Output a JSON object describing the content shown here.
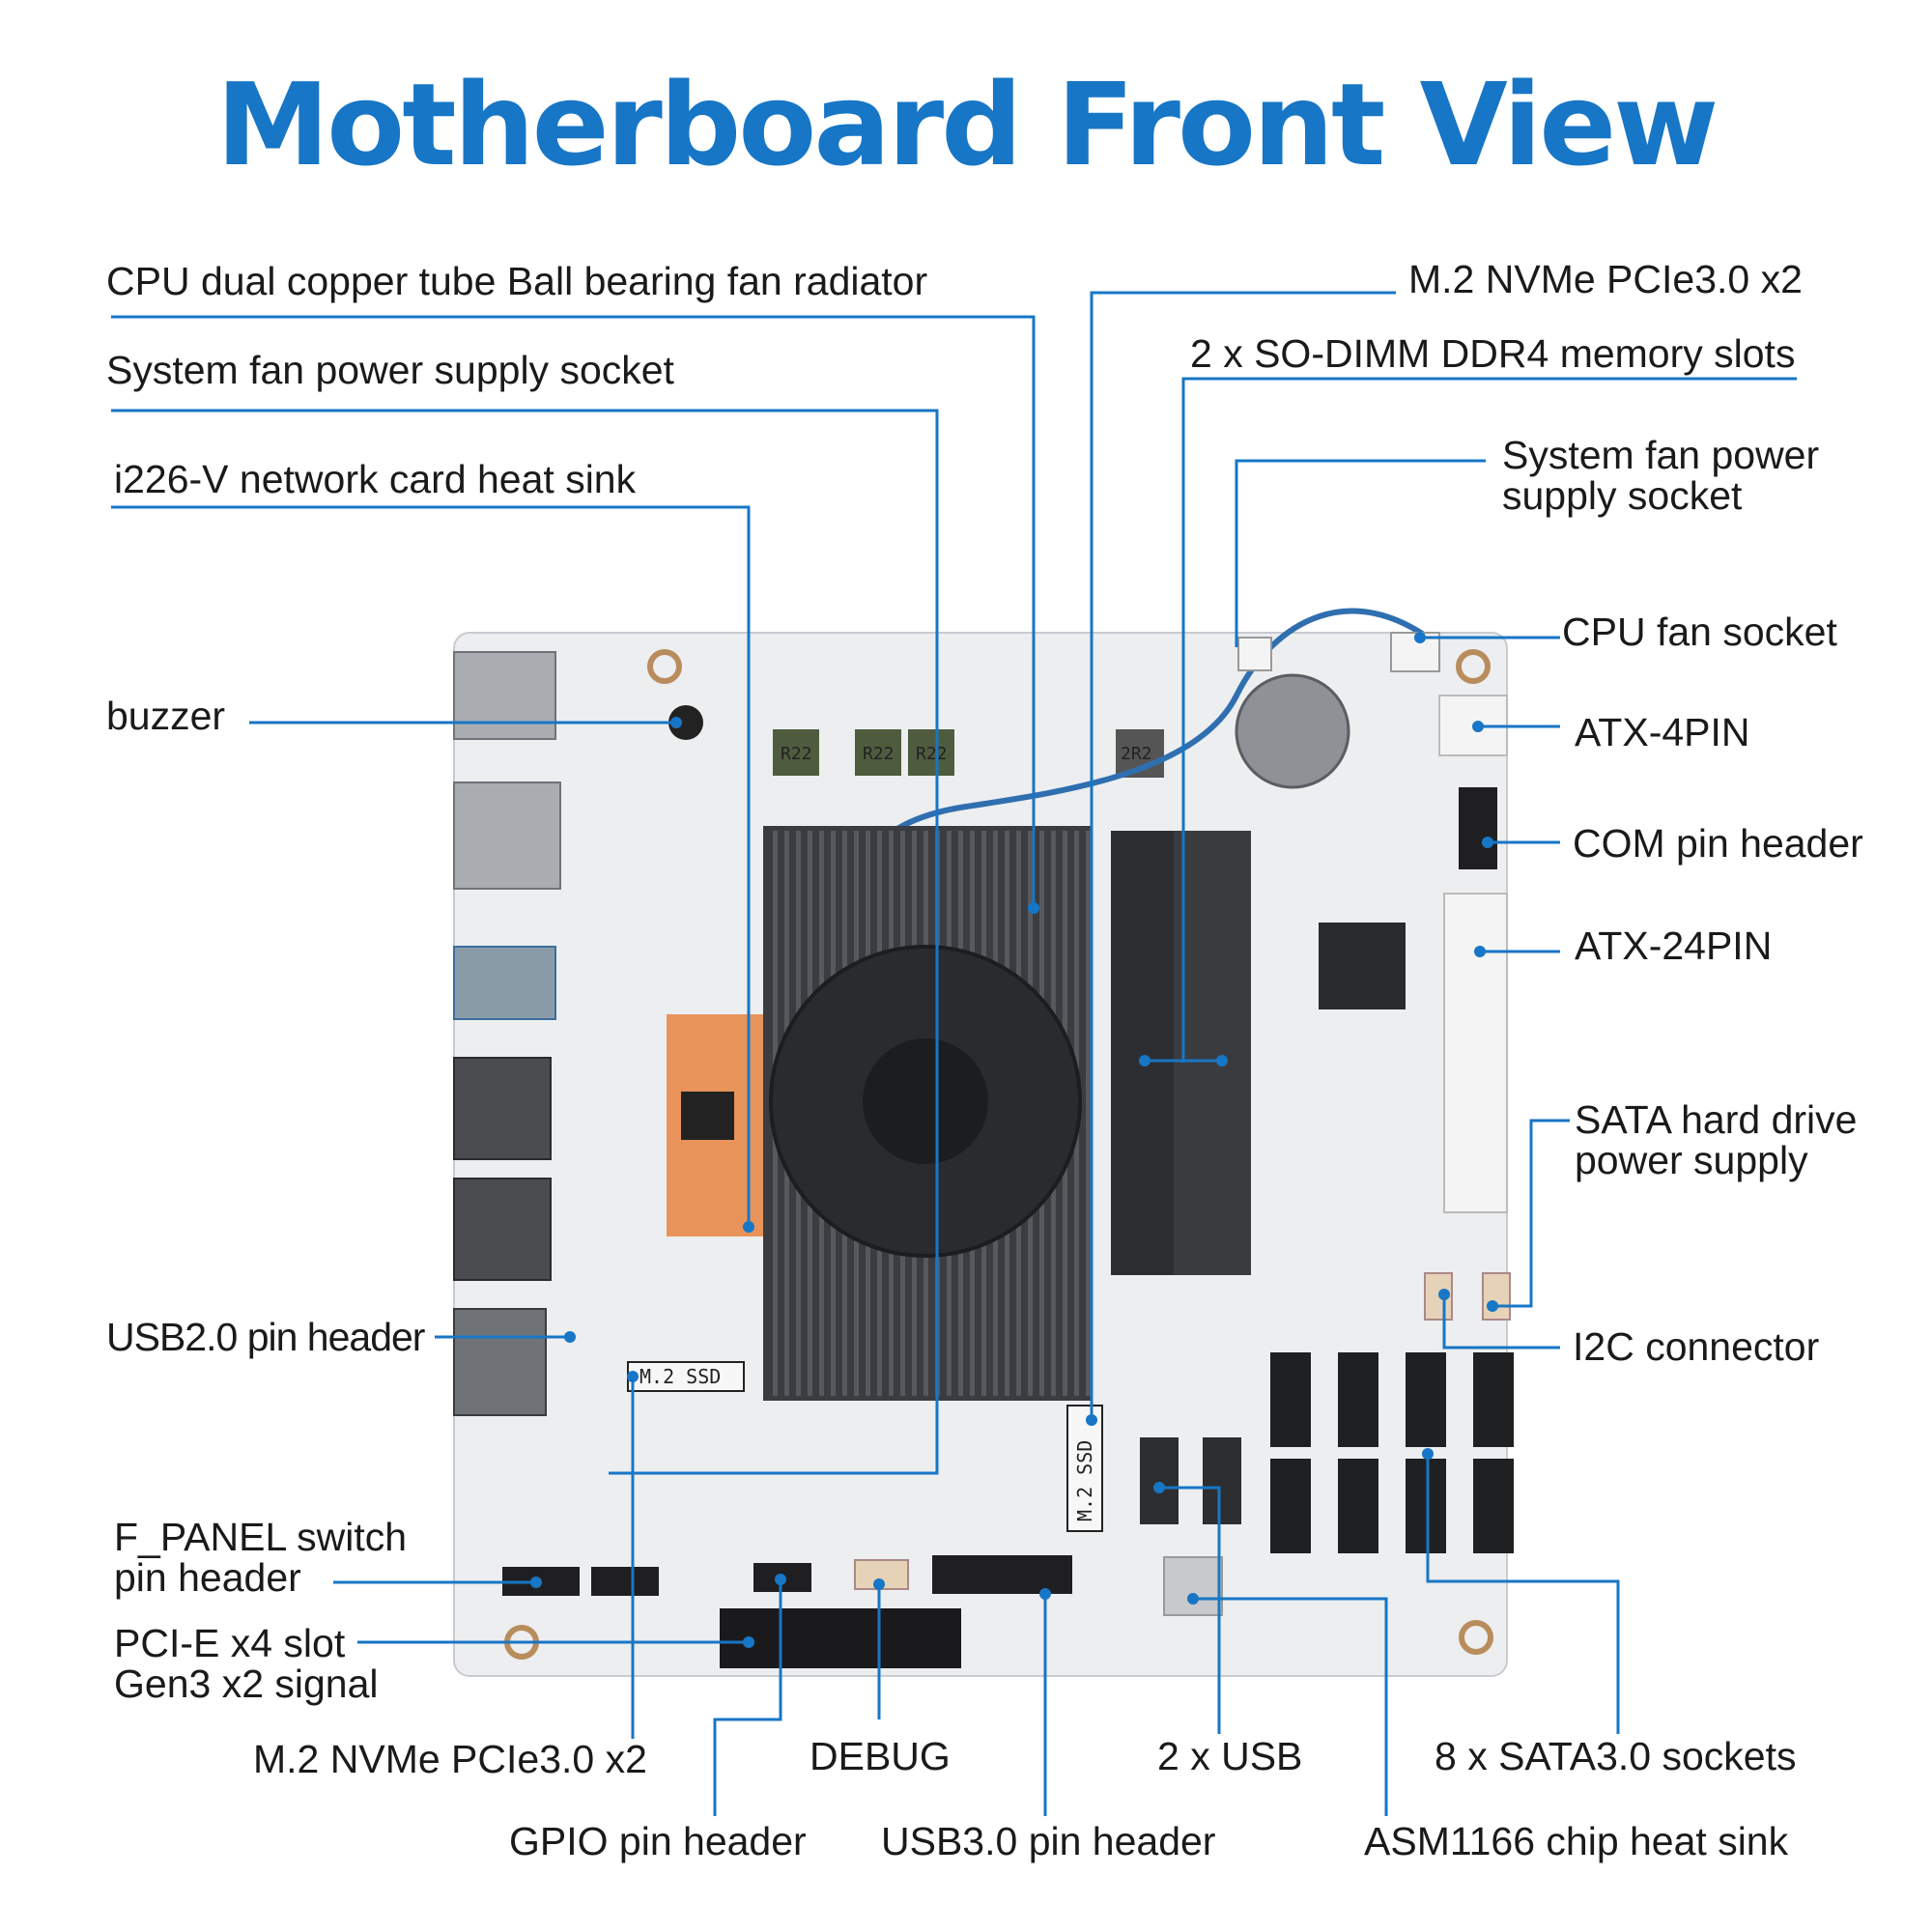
{
  "title": "Motherboard Front View",
  "labels": {
    "cpu_radiator": "CPU dual copper tube Ball bearing fan radiator",
    "system_fan_left": "System fan power supply socket",
    "network_heatsink": "i226-V network card heat sink",
    "buzzer": "buzzer",
    "usb2_header": "USB2.0 pin header",
    "f_panel": "F_PANEL switch\npin header",
    "pcie": "PCI-E x4 slot\nGen3 x2 signal",
    "m2_bottom": "M.2 NVMe PCIe3.0 x2",
    "debug": "DEBUG",
    "gpio": "GPIO pin header",
    "usb3_header": "USB3.0 pin header",
    "usb_ports": "2 x USB",
    "sata_sockets": "8 x SATA3.0 sockets",
    "asm_heatsink": "ASM1166 chip heat sink",
    "m2_top": "M.2 NVMe PCIe3.0 x2",
    "sodimm": "2 x SO-DIMM DDR4 memory slots",
    "system_fan_right": "System fan power\nsupply socket",
    "cpu_fan": "CPU fan socket",
    "atx4": "ATX-4PIN",
    "com": "COM pin header",
    "atx24": "ATX-24PIN",
    "sata_power": "SATA hard drive\npower supply",
    "i2c": "I2C connector"
  },
  "board_silkscreen": {
    "m2_slot_a": "M.2 SSD",
    "m2_slot_b": "M.2 SSD",
    "inductor": "R22",
    "inductor_2r2": "2R2"
  },
  "colors": {
    "accent": "#1776c6",
    "board": "#eceef0",
    "heatsink": "#3a3c40",
    "copper": "#e8935a"
  }
}
